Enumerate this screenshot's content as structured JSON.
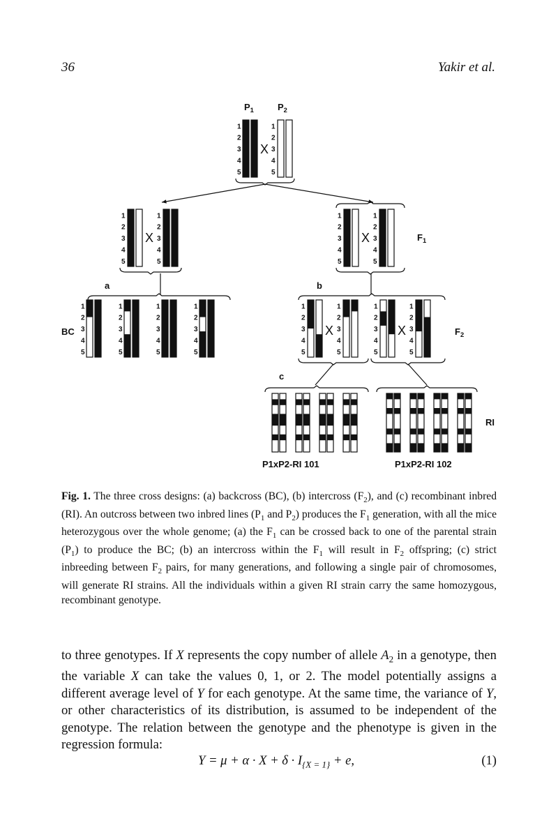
{
  "header": {
    "page_number": "36",
    "running_head": "Yakir et al."
  },
  "figure": {
    "parent_labels": [
      "P1",
      "P2"
    ],
    "cross_symbol": "X",
    "chromosome_numbers": [
      "1",
      "2",
      "3",
      "4",
      "5"
    ],
    "branch_labels": [
      "a",
      "b",
      "c"
    ],
    "generation_labels": [
      "F1",
      "BC",
      "F2",
      "RI"
    ],
    "ri_strain_labels": [
      "P1xP2-RI 101",
      "P1xP2-RI 102"
    ]
  },
  "caption": {
    "label": "Fig. 1.",
    "text_1": " The three cross designs: (a) backcross (BC), (b) intercross (F",
    "text_2": "), and (c) recombinant inbred (RI). An outcross between two inbred lines (P",
    "text_3": " and P",
    "text_4": ") produces the F",
    "text_5": " generation, with all the mice heterozygous over the whole genome; (a) the F",
    "text_6": " can be crossed back to one of the parental strain (P",
    "text_7": ") to produce the BC; (b) an intercross within the F",
    "text_8": " will result in F",
    "text_9": " offspring; (c) strict inbreeding between F",
    "text_10": " pairs, for many generations, and following a single pair of chromosomes, will generate RI strains. All the individuals within a given RI strain carry the same homozygous, recombinant genotype.",
    "sub_1": "2",
    "sub_2": "1",
    "sub_3": "2",
    "sub_4": "1",
    "sub_5": "1",
    "sub_6": "1",
    "sub_7": "1",
    "sub_8": "2",
    "sub_9": "2"
  },
  "body": {
    "p1": "to three genotypes. If ",
    "var_x": "X",
    "p2": " represents the copy number of allele ",
    "var_a": "A",
    "sub_a": "2",
    "p3": " in a genotype, then the variable ",
    "var_x2": "X",
    "p4": " can take the values 0, 1, or 2. The model potentially assigns a different average level of ",
    "var_y": "Y",
    "p5": " for each genotype. At the same time, the variance of ",
    "var_y2": "Y",
    "p6": ", or other characteristics of its distribution, is assumed to be independent of the genotype. The relation between the genotype and the phenotype is given in the regression formula:"
  },
  "equation": {
    "formula": "Y = μ + α · X + δ · I",
    "subscript": "{X = 1}",
    "tail": " + e,",
    "number": "(1)"
  }
}
